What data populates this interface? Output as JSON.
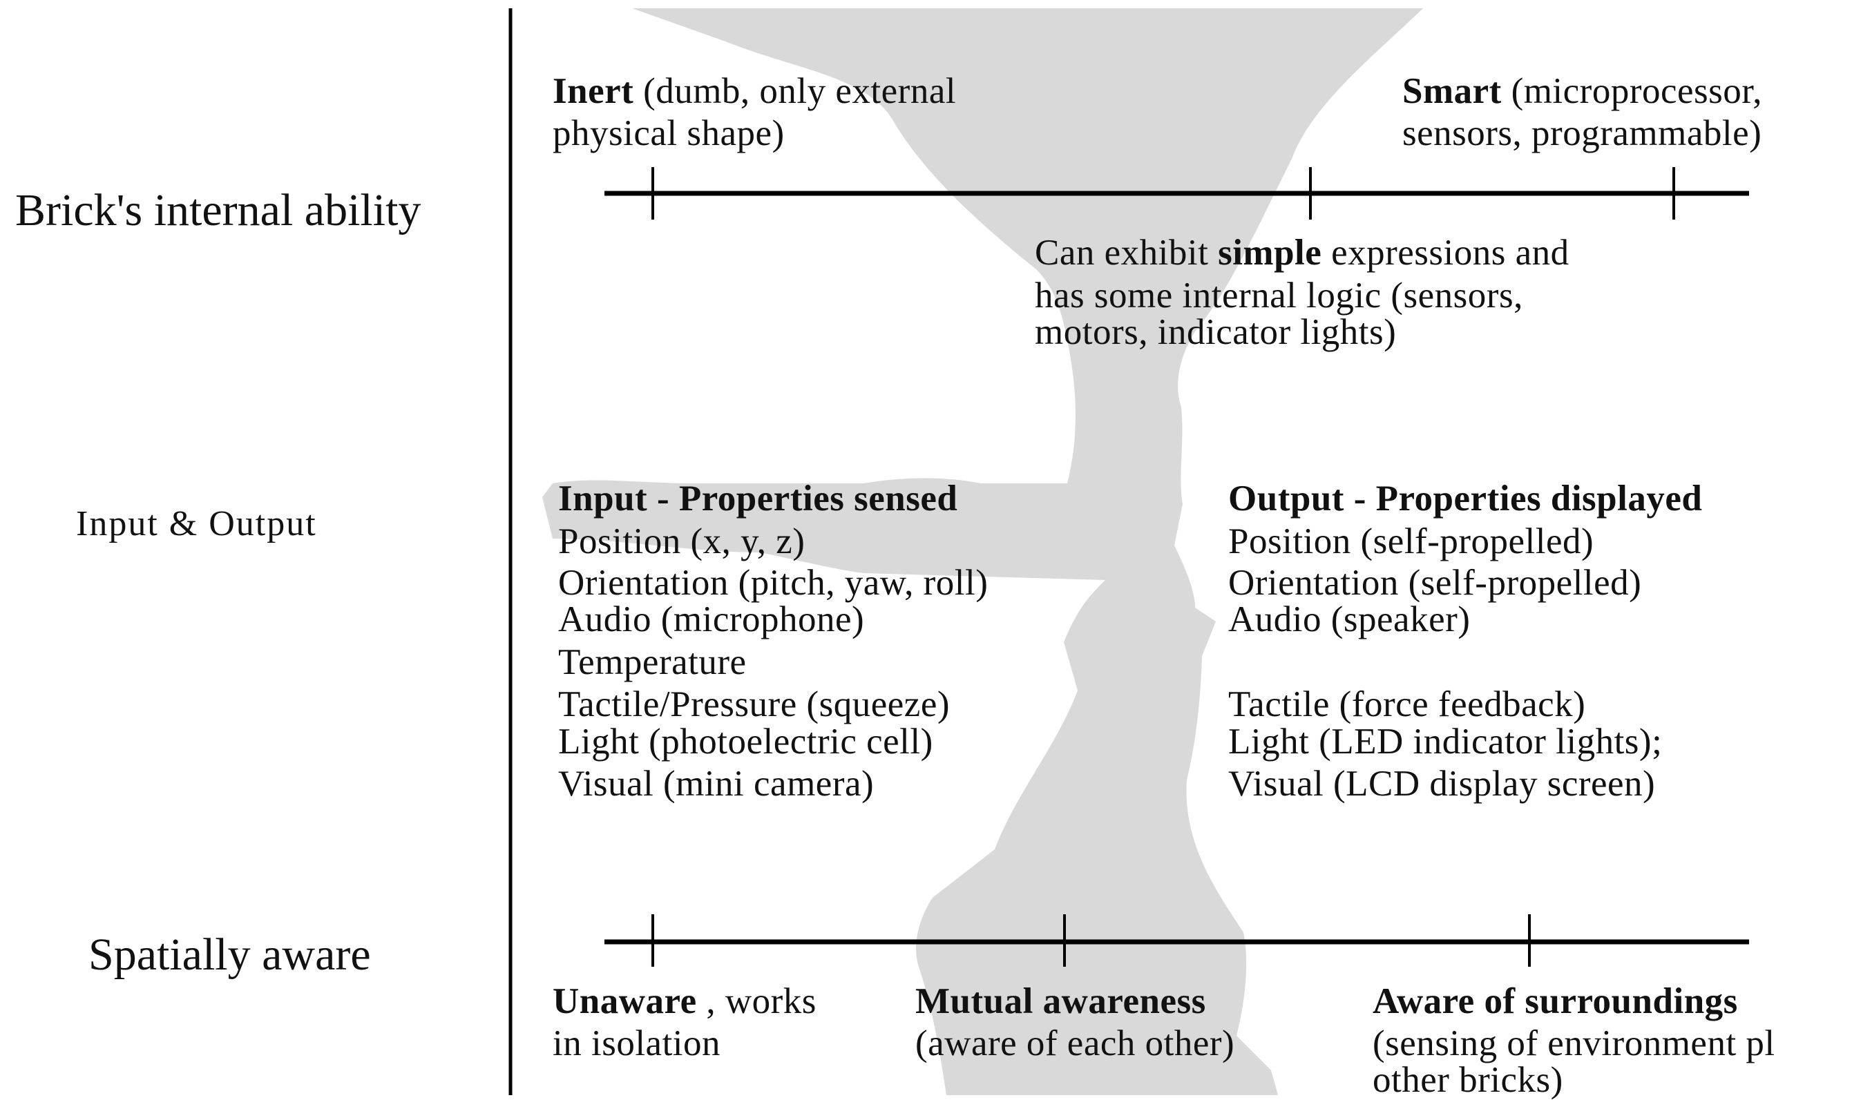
{
  "row_labels": {
    "internal_ability": "Brick's internal ability",
    "input_output": "Input & Output",
    "spatially_aware": "Spatially aware"
  },
  "internal_ability": {
    "inert": {
      "bold": "Inert",
      "rest_line1": " (dumb, only external",
      "line2": "physical shape)"
    },
    "smart": {
      "bold": "Smart",
      "rest_line1": " (microprocessor,",
      "line2": "sensors, programmable)"
    },
    "simple": {
      "prefix": "Can exhibit ",
      "bold": "simple",
      "rest_line1": " expressions and",
      "line2": "has some internal logic (sensors,",
      "line3": "motors, indicator lights)"
    }
  },
  "input": {
    "header": "Input - Properties sensed",
    "items": [
      "Position (x, y, z)",
      "Orientation (pitch, yaw, roll)",
      "Audio (microphone)",
      "Temperature",
      "Tactile/Pressure (squeeze)",
      "Light (photoelectric cell)",
      "Visual (mini camera)"
    ]
  },
  "output": {
    "header": "Output - Properties displayed",
    "items": [
      "Position (self-propelled)",
      "Orientation (self-propelled)",
      "Audio (speaker)",
      "Tactile (force feedback)",
      "Light (LED indicator lights);",
      "Visual (LCD display screen)"
    ]
  },
  "spatial": {
    "unaware": {
      "bold": "Unaware",
      "rest_line1": " , works",
      "line2": "in isolation"
    },
    "mutual": {
      "bold": "Mutual awareness",
      "line2": "(aware of each other)"
    },
    "surroundings": {
      "bold": "Aware of surroundings",
      "line2": "(sensing of environment pl",
      "line3": "other bricks)"
    }
  },
  "colors": {
    "background": "#ffffff",
    "shape": "#d9d9d9",
    "lines": "#000000",
    "text": "#111111"
  }
}
